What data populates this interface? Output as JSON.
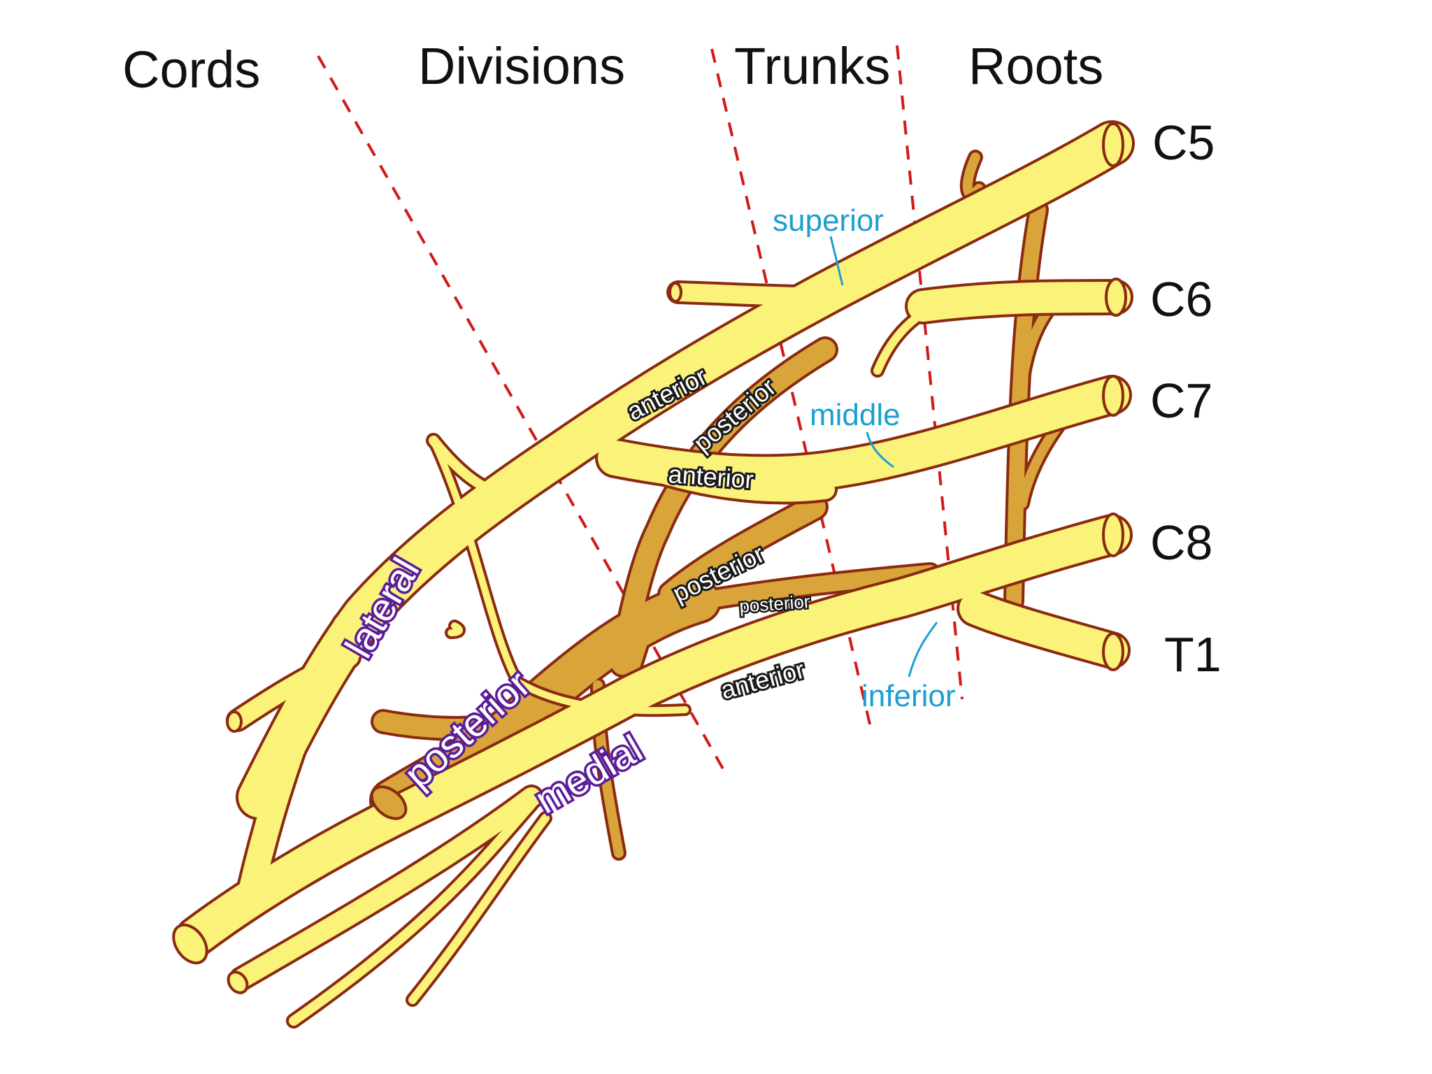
{
  "headers": {
    "cords": "Cords",
    "divisions": "Divisions",
    "trunks": "Trunks",
    "roots": "Roots"
  },
  "roots": {
    "c5": "C5",
    "c6": "C6",
    "c7": "C7",
    "c8": "C8",
    "t1": "T1"
  },
  "trunks": {
    "superior": "superior",
    "middle": "middle",
    "inferior": "inferior"
  },
  "divisions": {
    "anterior_superior": "anterior",
    "posterior_superior": "posterior",
    "anterior_middle": "anterior",
    "posterior_middle": "posterior",
    "posterior_inferior": "posterior",
    "anterior_inferior": "anterior"
  },
  "cords": {
    "lateral": "lateral",
    "posterior": "posterior",
    "medial": "medial"
  },
  "colors": {
    "nerve_fill": "#fbf27a",
    "nerve_outline": "#8a2a10",
    "posterior_fill": "#d9a43a",
    "dashed_line": "#d11a1a",
    "trunk_label": "#1b9fd0",
    "cord_label": "#5a1d99"
  }
}
